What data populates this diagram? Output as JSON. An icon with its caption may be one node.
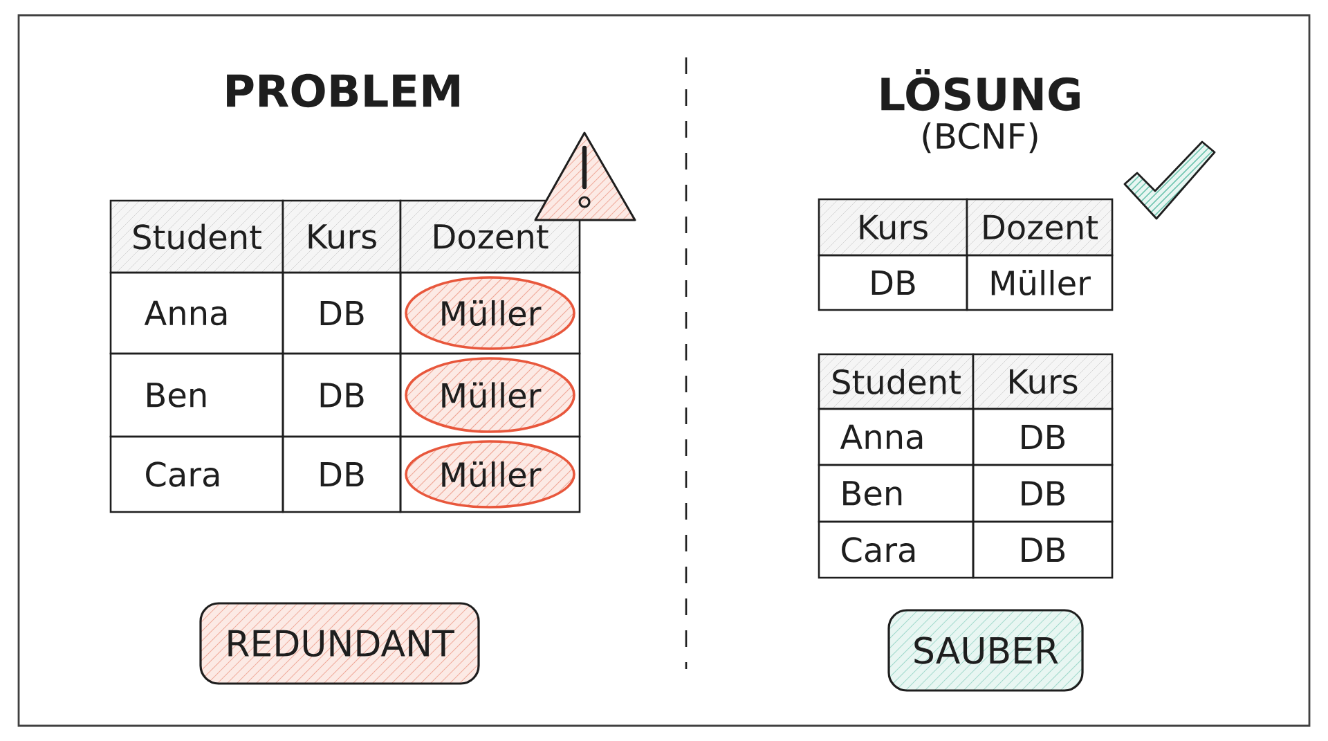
{
  "diagram": {
    "nodes": [
      {
        "text": [
          "REDUNDANT"
        ]
      },
      {
        "text": [
          "SAUBER"
        ]
      }
    ],
    "labels": [
      "PROBLEM",
      "Student",
      "Kurs",
      "Dozent",
      "Anna",
      "DB",
      "Müller",
      "Ben",
      "DB",
      "Müller",
      "Cara",
      "DB",
      "Müller",
      "LÖSUNG",
      "(BCNF)",
      "Kurs",
      "Dozent",
      "DB",
      "Müller",
      "Student",
      "Kurs",
      "Anna",
      "DB",
      "Ben",
      "DB",
      "Cara",
      "DB"
    ]
  }
}
